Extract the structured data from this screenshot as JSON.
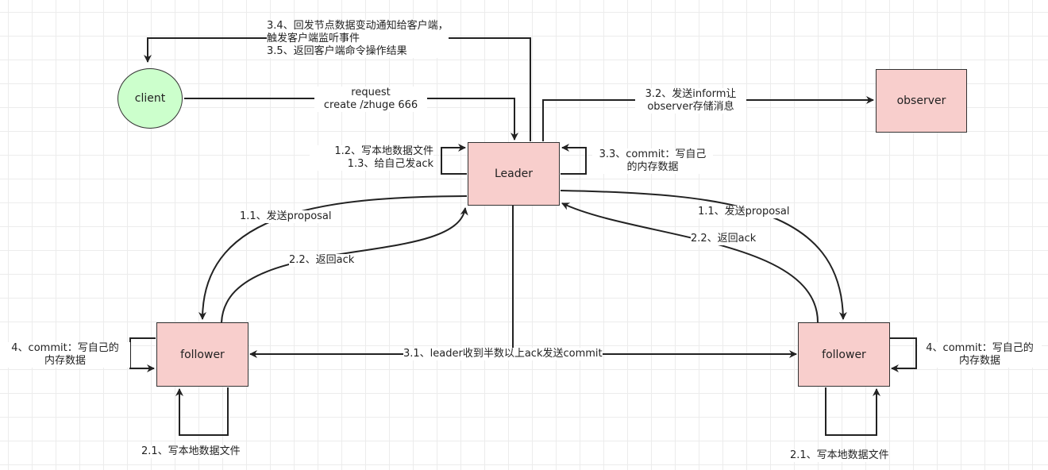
{
  "nodes": {
    "client": "client",
    "leader": "Leader",
    "observer": "observer",
    "follower_left": "follower",
    "follower_right": "follower"
  },
  "edges": {
    "notify": [
      "3.4、回发节点数据变动通知给客户端，",
      "触发客户端监听事件",
      "3.5、返回客户端命令操作结果"
    ],
    "request": [
      "request",
      "create /zhuge 666"
    ],
    "inform": [
      "3.2、发送inform让",
      "observer存储消息"
    ],
    "leader_self_write": [
      "1.2、写本地数据文件",
      "1.3、给自己发ack"
    ],
    "leader_commit": [
      "3.3、commit：写自己",
      "的内存数据"
    ],
    "proposal_left": "1.1、发送proposal",
    "ack_left": "2.2、返回ack",
    "proposal_right": "1.1、发送proposal",
    "ack_right": "2.2、返回ack",
    "commit_broadcast": "3.1、leader收到半数以上ack发送commit",
    "follower_left_commit": [
      "4、commit：写自己的",
      "内存数据"
    ],
    "follower_right_commit": [
      "4、commit：写自己的",
      "内存数据"
    ],
    "follower_left_write": "2.1、写本地数据文件",
    "follower_right_write": "2.1、写本地数据文件"
  },
  "colors": {
    "box_fill": "#f8cecc",
    "client_fill": "#ccffcc",
    "stroke": "#333333"
  }
}
